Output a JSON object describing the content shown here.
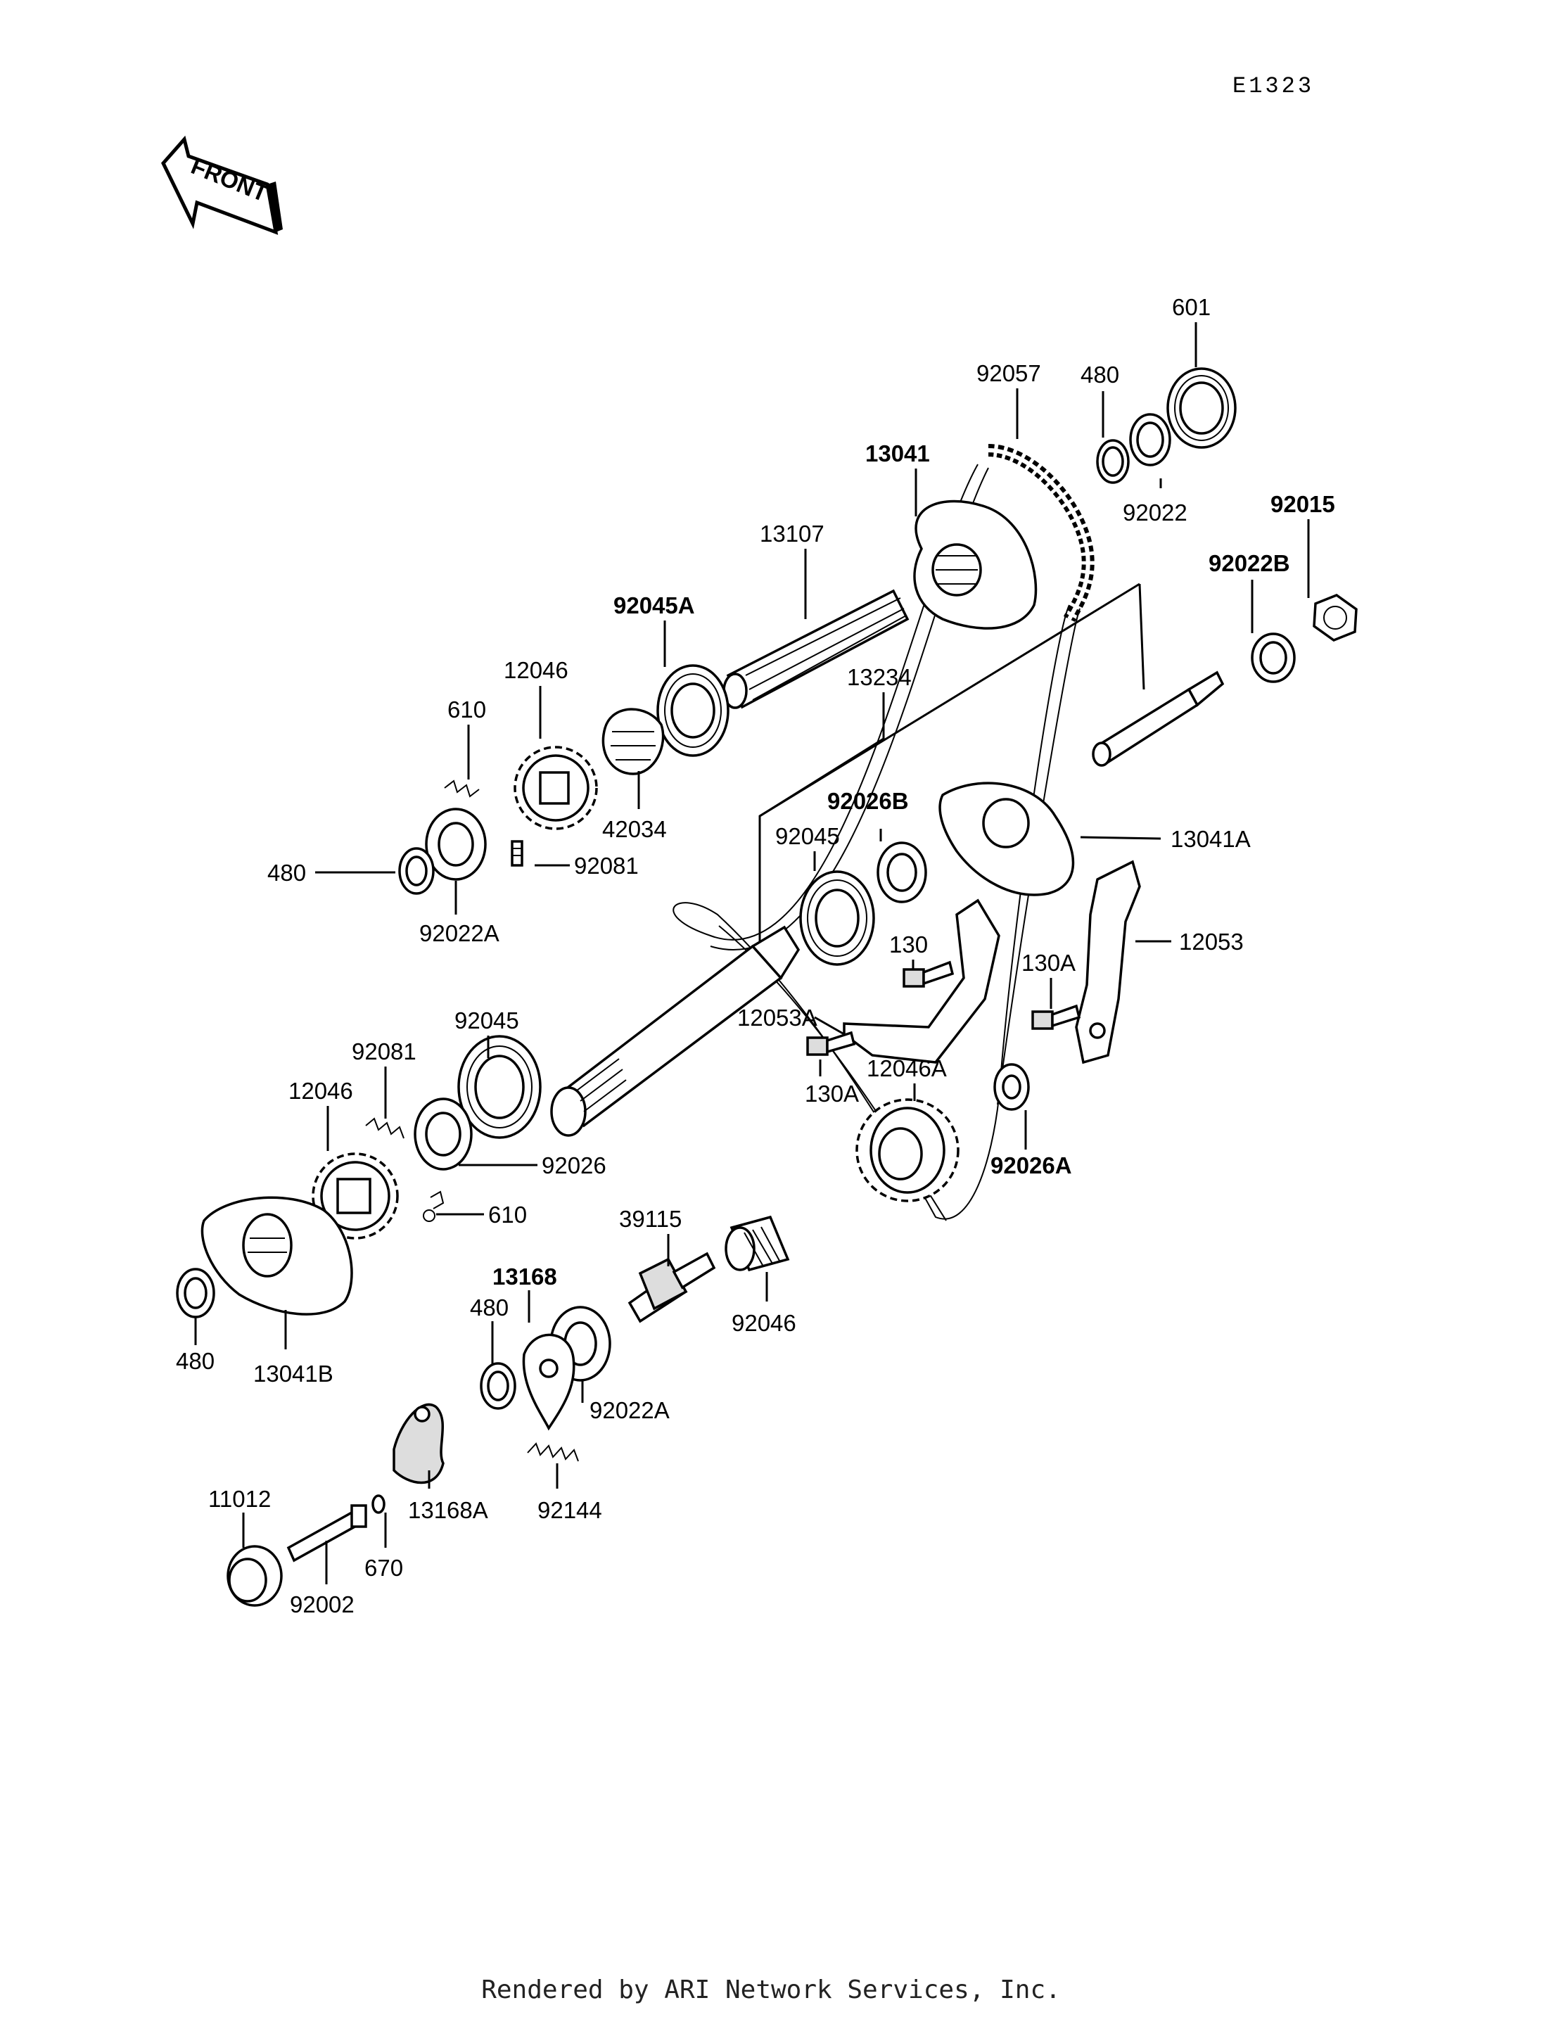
{
  "doc_code": "E1323",
  "front_label": "FRONT",
  "footer": "Rendered by ARI Network Services, Inc.",
  "part_labels": [
    "601",
    "92057",
    "480",
    "13041",
    "92022",
    "92015",
    "13107",
    "92022B",
    "92045A",
    "12046",
    "13234",
    "610",
    "92026B",
    "13041A",
    "42034",
    "92045",
    "480",
    "92081",
    "92022A",
    "12053",
    "130",
    "130A",
    "12053A",
    "92045",
    "92081",
    "130A",
    "12046A",
    "12046",
    "92026",
    "92026A",
    "610",
    "39115",
    "13168",
    "480",
    "92046",
    "480",
    "13041B",
    "92022A",
    "11012",
    "13168A",
    "92144",
    "670",
    "92002"
  ],
  "colors": {
    "ink": "#000000",
    "background": "#ffffff"
  }
}
